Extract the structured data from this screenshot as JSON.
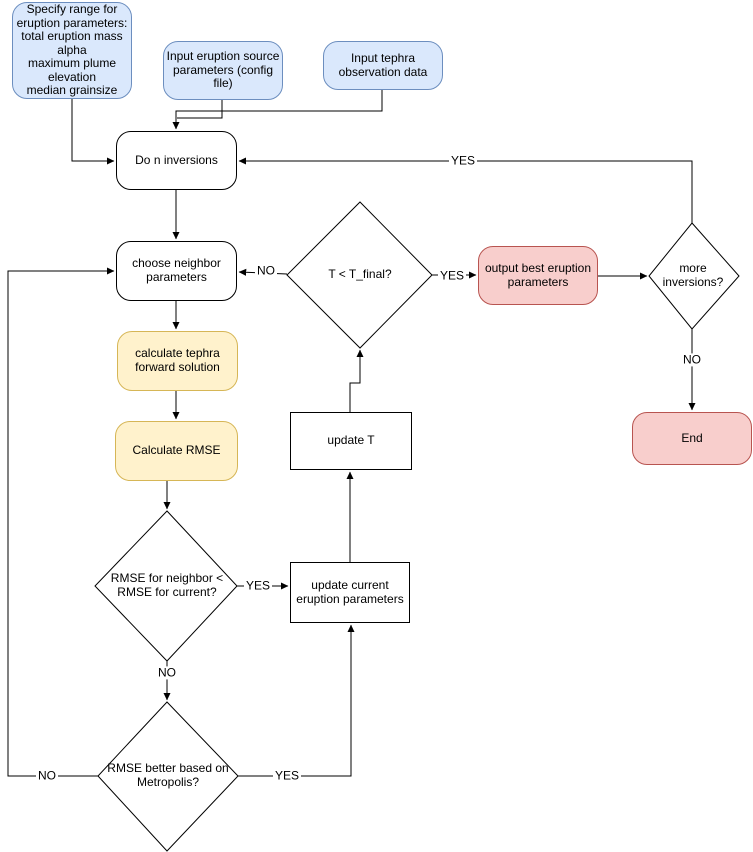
{
  "diagram": {
    "nodes": {
      "specify_range": {
        "label": "Specify range for\neruption parameters:\ntotal eruption mass\nalpha\nmaximum plume\nelevation\nmedian grainsize"
      },
      "input_config": {
        "label": "Input eruption source\nparameters (config\nfile)"
      },
      "input_tephra": {
        "label": "Input tephra\nobservation data"
      },
      "do_n_inversions": {
        "label": "Do n inversions"
      },
      "choose_neighbor": {
        "label": "choose neighbor\nparameters"
      },
      "calc_forward": {
        "label": "calculate tephra\nforward solution"
      },
      "calc_rmse": {
        "label": "Calculate RMSE"
      },
      "rmse_compare": {
        "label": "RMSE for neighbor <\nRMSE for current?"
      },
      "metropolis": {
        "label": "RMSE better based on\nMetropolis?"
      },
      "update_current": {
        "label": "update  current\neruption parameters"
      },
      "update_t": {
        "label": "update T"
      },
      "t_final": {
        "label": "T < T_final?"
      },
      "output_best": {
        "label": "output best eruption\nparameters"
      },
      "more_inversions": {
        "label": "more\ninversions?"
      },
      "end": {
        "label": "End"
      }
    },
    "edge_labels": {
      "yes_more_to_inversions": "YES",
      "no_tfinal": "NO",
      "yes_tfinal": "YES",
      "yes_rmse": "YES",
      "no_rmse": "NO",
      "yes_metropolis": "YES",
      "no_metropolis": "NO",
      "no_more_inversions": "NO"
    },
    "colors": {
      "input_fill": "#dae8fc",
      "input_stroke": "#6c8ebf",
      "process_fill": "#fff2cc",
      "process_stroke": "#d6b656",
      "terminal_fill": "#f8cecc",
      "terminal_stroke": "#b85450",
      "plain_fill": "#ffffff",
      "line": "#000000"
    }
  }
}
